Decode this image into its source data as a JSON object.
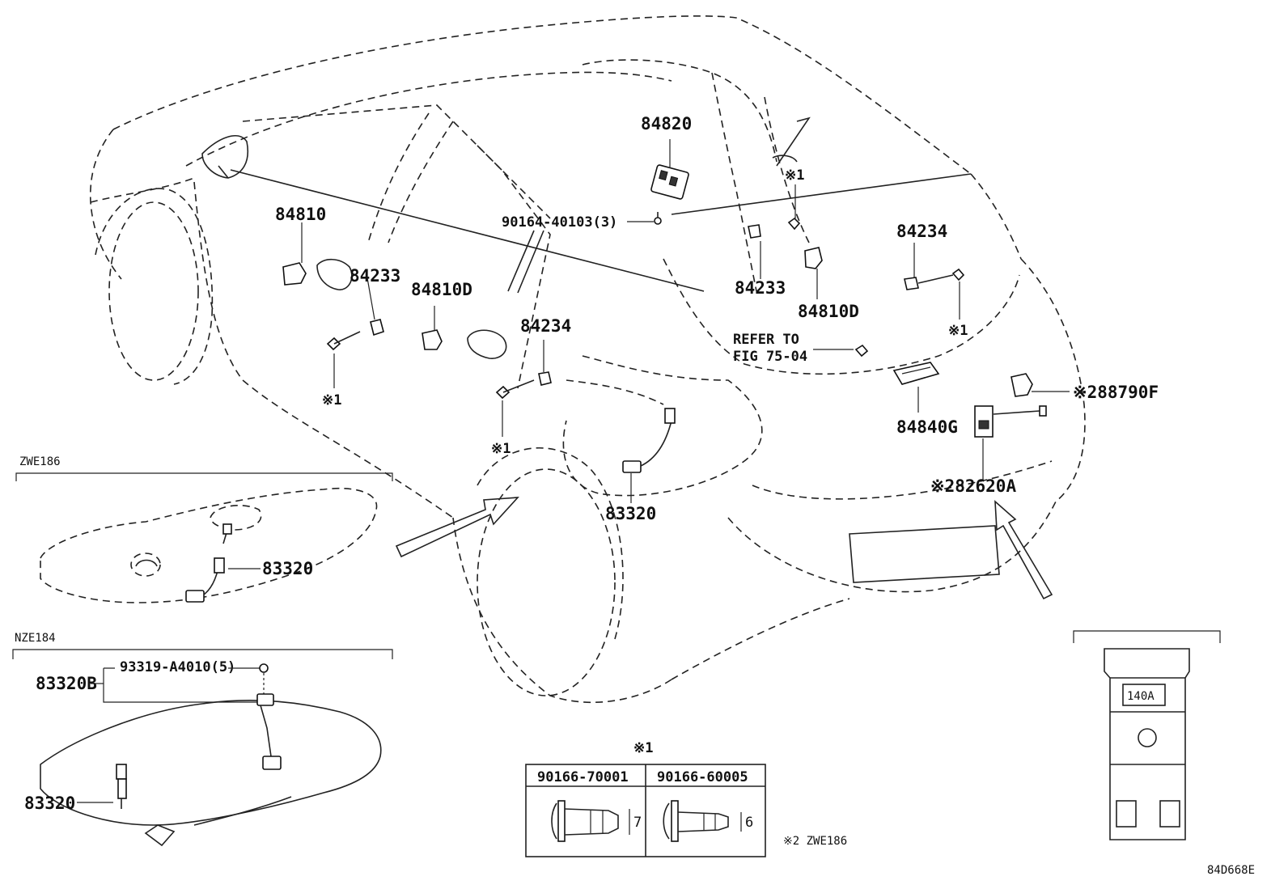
{
  "parts": {
    "p84820": "84820",
    "p90164": "90164-40103(3)",
    "p84810": "84810",
    "p84233a": "84233",
    "p84810Da": "84810D",
    "p84234a": "84234",
    "p84233b": "84233",
    "p84810Db": "84810D",
    "p84234b": "84234",
    "refer1": "REFER TO",
    "refer2": "FIG 75-04",
    "p88790F": "※288790F",
    "p84840G": "84840G",
    "p82620A": "※282620A",
    "p83320main": "83320",
    "p83320zwe": "83320",
    "p93319": "93319-A4010(5)",
    "p83320B": "83320B",
    "p83320nze": "83320"
  },
  "notes": {
    "n1a": "※1",
    "n1b": "※1",
    "n1c": "※1",
    "n1d": "※1",
    "n1title": "※1",
    "n2": "※2 ZWE186"
  },
  "insets": {
    "zwe": "ZWE186",
    "nze": "NZE184",
    "fuse": "140A"
  },
  "table": {
    "col1": "90166-70001",
    "col2": "90166-60005",
    "dim1": "7",
    "dim2": "6"
  },
  "code": "84D668E"
}
